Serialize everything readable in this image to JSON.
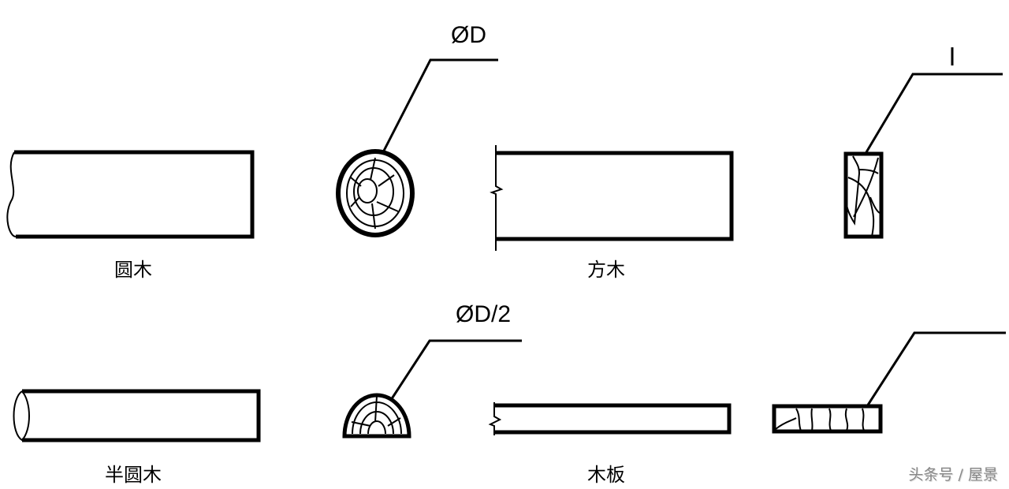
{
  "labels": {
    "round_timber": "圆木",
    "square_timber": "方木",
    "half_round_timber": "半圆木",
    "board": "木板"
  },
  "dimensions": {
    "diameter": "ØD",
    "half_diameter": "ØD/2"
  },
  "watermark": "头条号 / 屋景"
}
